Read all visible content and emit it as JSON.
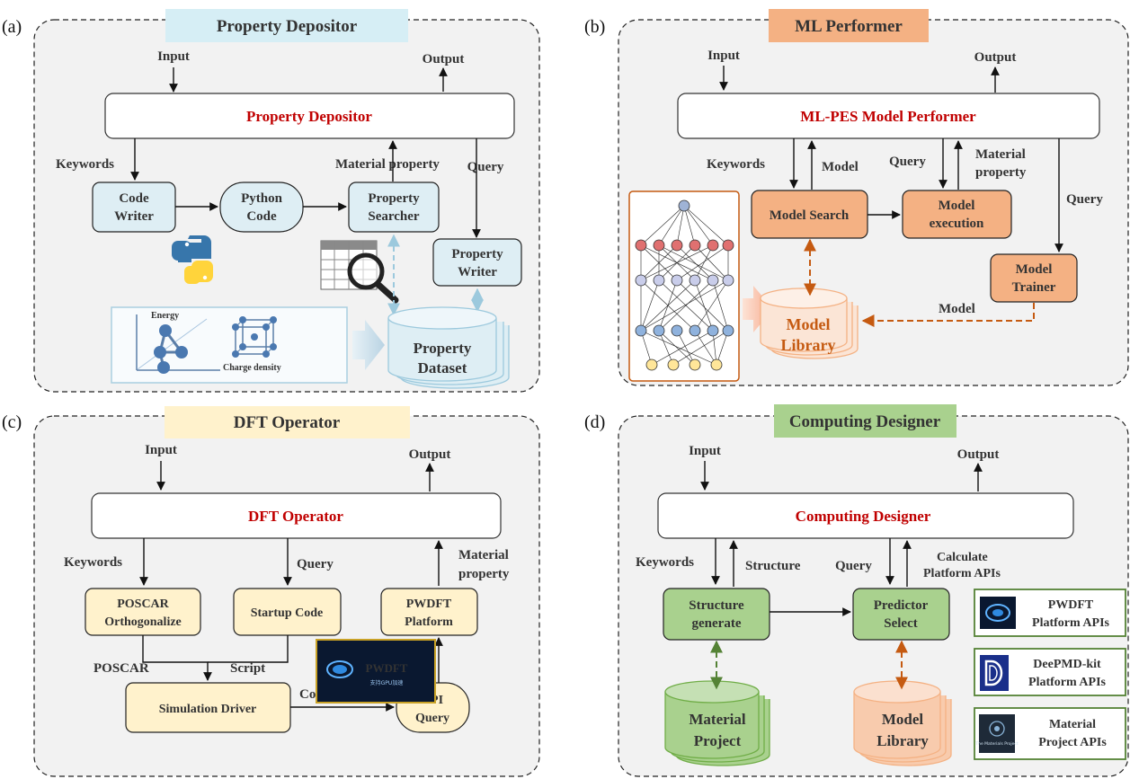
{
  "panels": {
    "a": {
      "label": "(a)",
      "title": "Property Depositor",
      "main": "Property Depositor",
      "input": "Input",
      "output": "Output",
      "keywords": "Keywords",
      "material_property": "Material property",
      "query": "Query",
      "code_writer": [
        "Code",
        "Writer"
      ],
      "python_code": [
        "Python",
        "Code"
      ],
      "property_searcher": [
        "Property",
        "Searcher"
      ],
      "property_writer": [
        "Property",
        "Writer"
      ],
      "property_dataset": [
        "Property",
        "Dataset"
      ],
      "energy": "Energy",
      "charge_density": "Charge density"
    },
    "b": {
      "label": "(b)",
      "title": "ML Performer",
      "main": "ML-PES Model Performer",
      "input": "Input",
      "output": "Output",
      "keywords": "Keywords",
      "model": "Model",
      "query": "Query",
      "material_property": [
        "Material",
        "property"
      ],
      "query2": "Query",
      "model_search": "Model Search",
      "model_execution": [
        "Model",
        "execution"
      ],
      "model_trainer": [
        "Model",
        "Trainer"
      ],
      "model_library": [
        "Model",
        "Library"
      ],
      "model2": "Model"
    },
    "c": {
      "label": "(c)",
      "title": "DFT Operator",
      "main": "DFT Operator",
      "input": "Input",
      "output": "Output",
      "keywords": "Keywords",
      "query": "Query",
      "material_property": [
        "Material",
        "property"
      ],
      "poscar_orth": [
        "POSCAR",
        "Orthogonalize"
      ],
      "startup_code": "Startup Code",
      "pwdft_platform": [
        "PWDFT",
        "Platform"
      ],
      "poscar": "POSCAR",
      "script": "Script",
      "commands": "Commands",
      "simulation_driver": "Simulation Driver",
      "api_query": [
        "API",
        "Query"
      ],
      "pwdft_logo": "PWDFT",
      "pwdft_logo_sub": "支持GPU加速"
    },
    "d": {
      "label": "(d)",
      "title": "Computing Designer",
      "main": "Computing Designer",
      "input": "Input",
      "output": "Output",
      "keywords": "Keywords",
      "structure": "Structure",
      "query": "Query",
      "calculate": [
        "Calculate",
        "Platform APIs"
      ],
      "structure_generate": [
        "Structure",
        "generate"
      ],
      "predictor_select": [
        "Predictor",
        "Select"
      ],
      "material_project": [
        "Material",
        "Project"
      ],
      "model_library": [
        "Model",
        "Library"
      ],
      "api1": [
        "PWDFT",
        "Platform APIs"
      ],
      "api2": [
        "DeePMD-kit",
        "Platform APIs"
      ],
      "api3": [
        "Material",
        "Project APIs"
      ],
      "mp_logo_text": "The Materials Project"
    }
  },
  "colors": {
    "title_a": "#d6eef5",
    "title_b": "#f4b183",
    "title_c": "#fff2cc",
    "title_d": "#a9d18e",
    "box_a": "#deeef4",
    "box_b": "#f4b183",
    "box_c": "#fff2cc",
    "box_d": "#a9d18e",
    "accent_red": "#c00000",
    "accent_orange": "#c55a11"
  }
}
